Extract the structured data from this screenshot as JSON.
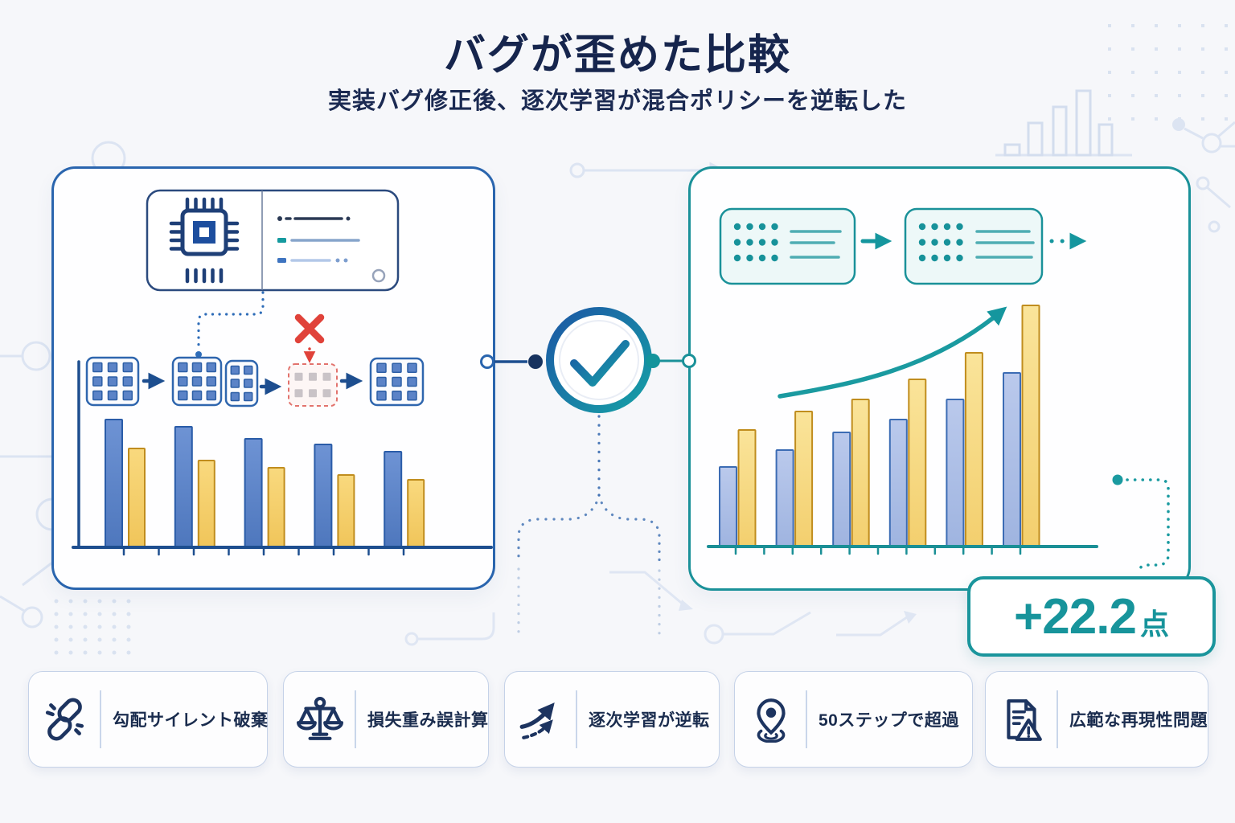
{
  "header": {
    "title": "バグが歪めた比較",
    "subtitle": "実装バグ修正後、逐次学習が混合ポリシーを逆転した"
  },
  "badge": {
    "value": "+22.2",
    "unit": "点"
  },
  "cards": [
    {
      "icon": "broken-chain-icon",
      "label": "勾配サイレント破棄"
    },
    {
      "icon": "balance-scale-icon",
      "label": "損失重み誤計算"
    },
    {
      "icon": "rising-arrow-icon",
      "label": "逐次学習が逆転"
    },
    {
      "icon": "location-pin-icon",
      "label": "50ステップで超過"
    },
    {
      "icon": "document-warning-icon",
      "label": "広範な再現性問題"
    }
  ],
  "icons": {
    "left_flow": [
      "chip-icon",
      "matrix-icon",
      "error-x-icon",
      "dropped-matrix-icon"
    ],
    "center": "checkmark-circle-icon",
    "right_flow": [
      "node-grid-icon",
      "arrow-icon",
      "growth-curve-icon"
    ]
  },
  "colors": {
    "navy_text": "#16254d",
    "panel_left_border": "#2a65ae",
    "panel_right_border": "#1a9199",
    "teal_accent": "#17949b",
    "red_error": "#e0423a",
    "bar_blue_left": "#5b83c7",
    "bar_yellow_left": "#f6d171",
    "bar_blue_right": "#aebfe5",
    "bar_yellow_right": "#f8da84"
  },
  "chart_data": [
    {
      "id": "buggy-comparison",
      "type": "bar",
      "title": "",
      "categories": [
        "1",
        "2",
        "3",
        "4",
        "5"
      ],
      "series": [
        {
          "name": "blue",
          "color": "#5b83c7",
          "stroke": "#2a5ca8",
          "values": [
            159,
            150,
            135,
            128,
            119
          ]
        },
        {
          "name": "yellow",
          "color": "#f6d171",
          "stroke": "#c08d1e",
          "values": [
            123,
            108,
            99,
            90,
            84
          ]
        }
      ],
      "ylim": [
        0,
        230
      ],
      "units": "px",
      "grid": false,
      "legend": false,
      "trend": "declining"
    },
    {
      "id": "fixed-comparison",
      "type": "bar",
      "title": "",
      "categories": [
        "1",
        "2",
        "3",
        "4",
        "5",
        "6"
      ],
      "series": [
        {
          "name": "blue",
          "color": "#aebfe5",
          "stroke": "#3c6cb4",
          "values": [
            99,
            120,
            142,
            158,
            183,
            216
          ]
        },
        {
          "name": "yellow",
          "color": "#f8da84",
          "stroke": "#c08d1e",
          "values": [
            145,
            168,
            183,
            208,
            241,
            300
          ]
        }
      ],
      "ylim": [
        0,
        310
      ],
      "units": "px",
      "grid": false,
      "legend": false,
      "trend": "rising",
      "annotation": "+22.2点"
    }
  ]
}
